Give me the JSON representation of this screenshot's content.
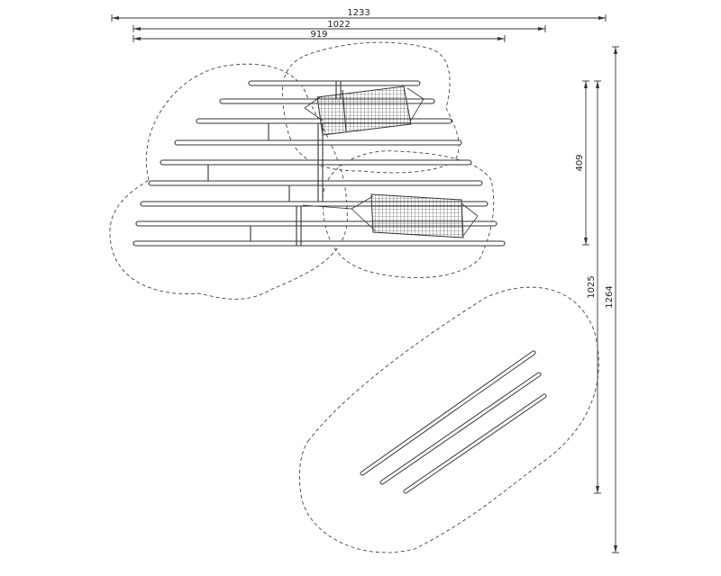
{
  "drawing": {
    "dimensions": {
      "overall_width": "1233",
      "middle_width": "1022",
      "inner_width": "919",
      "upper_height": "409",
      "middle_height": "1025",
      "overall_height": "1264"
    }
  }
}
